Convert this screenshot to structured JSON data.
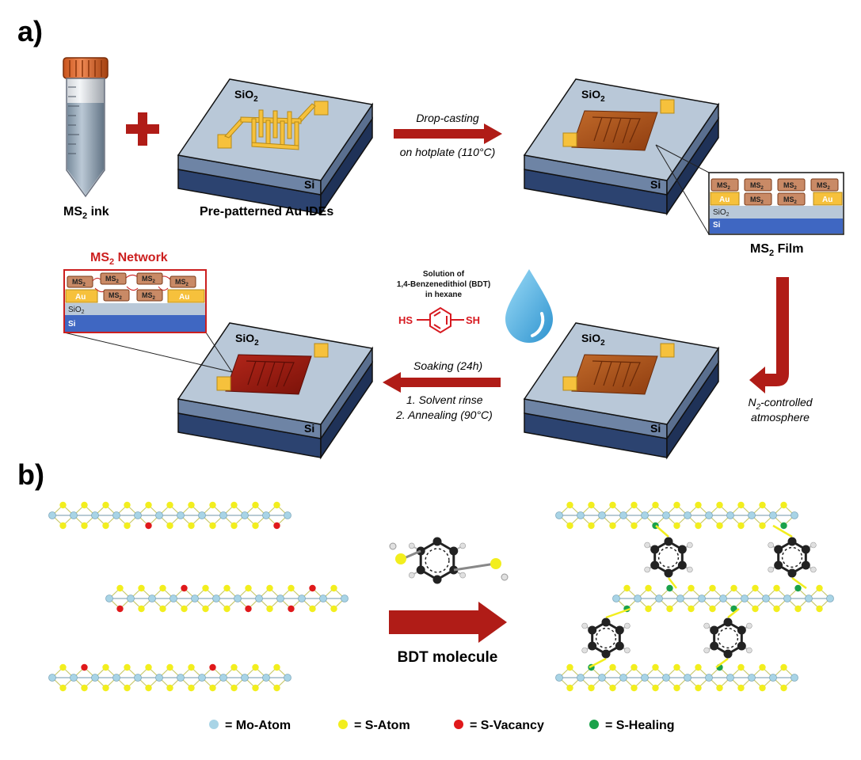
{
  "panels": {
    "a": "a)",
    "b": "b)"
  },
  "top": {
    "ink_label": "MS",
    "ink_sub": "2",
    "ink_suffix": " ink",
    "ides_label": "Pre-patterned Au IDEs",
    "sio2": "SiO",
    "sio2_sub": "2",
    "si": "Si",
    "drop_line1": "Drop-casting",
    "drop_line2": "on hotplate (110°C)"
  },
  "film": {
    "title": "MS",
    "title_sub": "2",
    "title_suffix": " Film",
    "au": "Au",
    "ms": "MS",
    "ms_sub": "2",
    "sio2": "SiO",
    "sio2_sub": "2",
    "si": "Si"
  },
  "network": {
    "title": "MS",
    "title_sub": "2",
    "title_suffix": " Network"
  },
  "side": {
    "line1_pre": "N",
    "line1_sub": "2",
    "line1_post": "-controlled",
    "line2": "atmosphere"
  },
  "solution": {
    "line1": "Solution of",
    "line2": "1,4-Benzenedithiol (BDT)",
    "line3": "in hexane",
    "hs": "HS",
    "sh": "SH"
  },
  "bottom": {
    "soak": "Soaking (24h)",
    "rinse": "1. Solvent rinse",
    "anneal": "2. Annealing (90°C)"
  },
  "panel_b": {
    "bdt_label": "BDT molecule"
  },
  "legend": [
    {
      "label": "= Mo-Atom",
      "color": "#a8d4e6"
    },
    {
      "label": "= S-Atom",
      "color": "#f2ee1e"
    },
    {
      "label": "= S-Vacancy",
      "color": "#e0191b"
    },
    {
      "label": "= S-Healing",
      "color": "#1aa24a"
    }
  ],
  "colors": {
    "arrow": "#b01c17",
    "plus": "#b01c17",
    "network_red": "#cc1f1f",
    "gold": "#f6c13c",
    "film_brown": "#a94f16",
    "network_dark": "#9c1a10",
    "si_blue": "#3f67c2",
    "sio2_top": "#b9c8d8",
    "drop": "#5bb8e6"
  }
}
